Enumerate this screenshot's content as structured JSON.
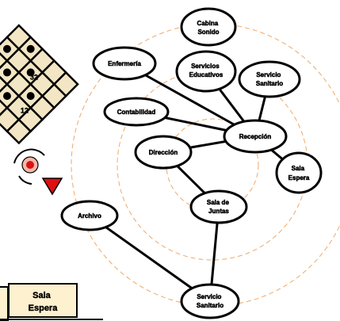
{
  "colors": {
    "ring": "#f0a868",
    "line": "#000000",
    "node_fill": "#ffffff",
    "tile": "#f3e6c4",
    "card": "#fdf1cf",
    "marker_red": "#dd1111",
    "marker_pink": "#f5b8a8"
  },
  "nodes": [
    {
      "id": "cabina",
      "lines": [
        "Cabina",
        "Sonido"
      ]
    },
    {
      "id": "enfermeria",
      "lines": [
        "Enfermería"
      ]
    },
    {
      "id": "servicios",
      "lines": [
        "Servicios",
        "Educativos"
      ]
    },
    {
      "id": "servicio-sanitario-top",
      "lines": [
        "Servicio",
        "Sanitario"
      ]
    },
    {
      "id": "contabilidad",
      "lines": [
        "Contabilidad"
      ]
    },
    {
      "id": "recepcion",
      "lines": [
        "Recepción"
      ]
    },
    {
      "id": "direccion",
      "lines": [
        "Dirección"
      ]
    },
    {
      "id": "sala-espera",
      "lines": [
        "Sala",
        "Espera"
      ]
    },
    {
      "id": "sala-juntas",
      "lines": [
        "Sala de",
        "Juntas"
      ]
    },
    {
      "id": "archivo",
      "lines": [
        "Archivo"
      ]
    },
    {
      "id": "servicio-sanitario-bottom",
      "lines": [
        "Servicio",
        "Sanitario"
      ]
    }
  ],
  "connections": [
    [
      "enfermeria",
      "recepcion"
    ],
    [
      "servicios",
      "recepcion"
    ],
    [
      "servicio-sanitario-top",
      "recepcion"
    ],
    [
      "contabilidad",
      "recepcion"
    ],
    [
      "direccion",
      "recepcion"
    ],
    [
      "recepcion",
      "sala-espera"
    ],
    [
      "direccion",
      "sala-juntas"
    ],
    [
      "sala-juntas",
      "servicio-sanitario-bottom"
    ],
    [
      "archivo",
      "servicio-sanitario-bottom"
    ]
  ],
  "board_labels": [
    "12",
    "32"
  ],
  "card": {
    "lines": [
      "Sala",
      "Espera"
    ]
  }
}
